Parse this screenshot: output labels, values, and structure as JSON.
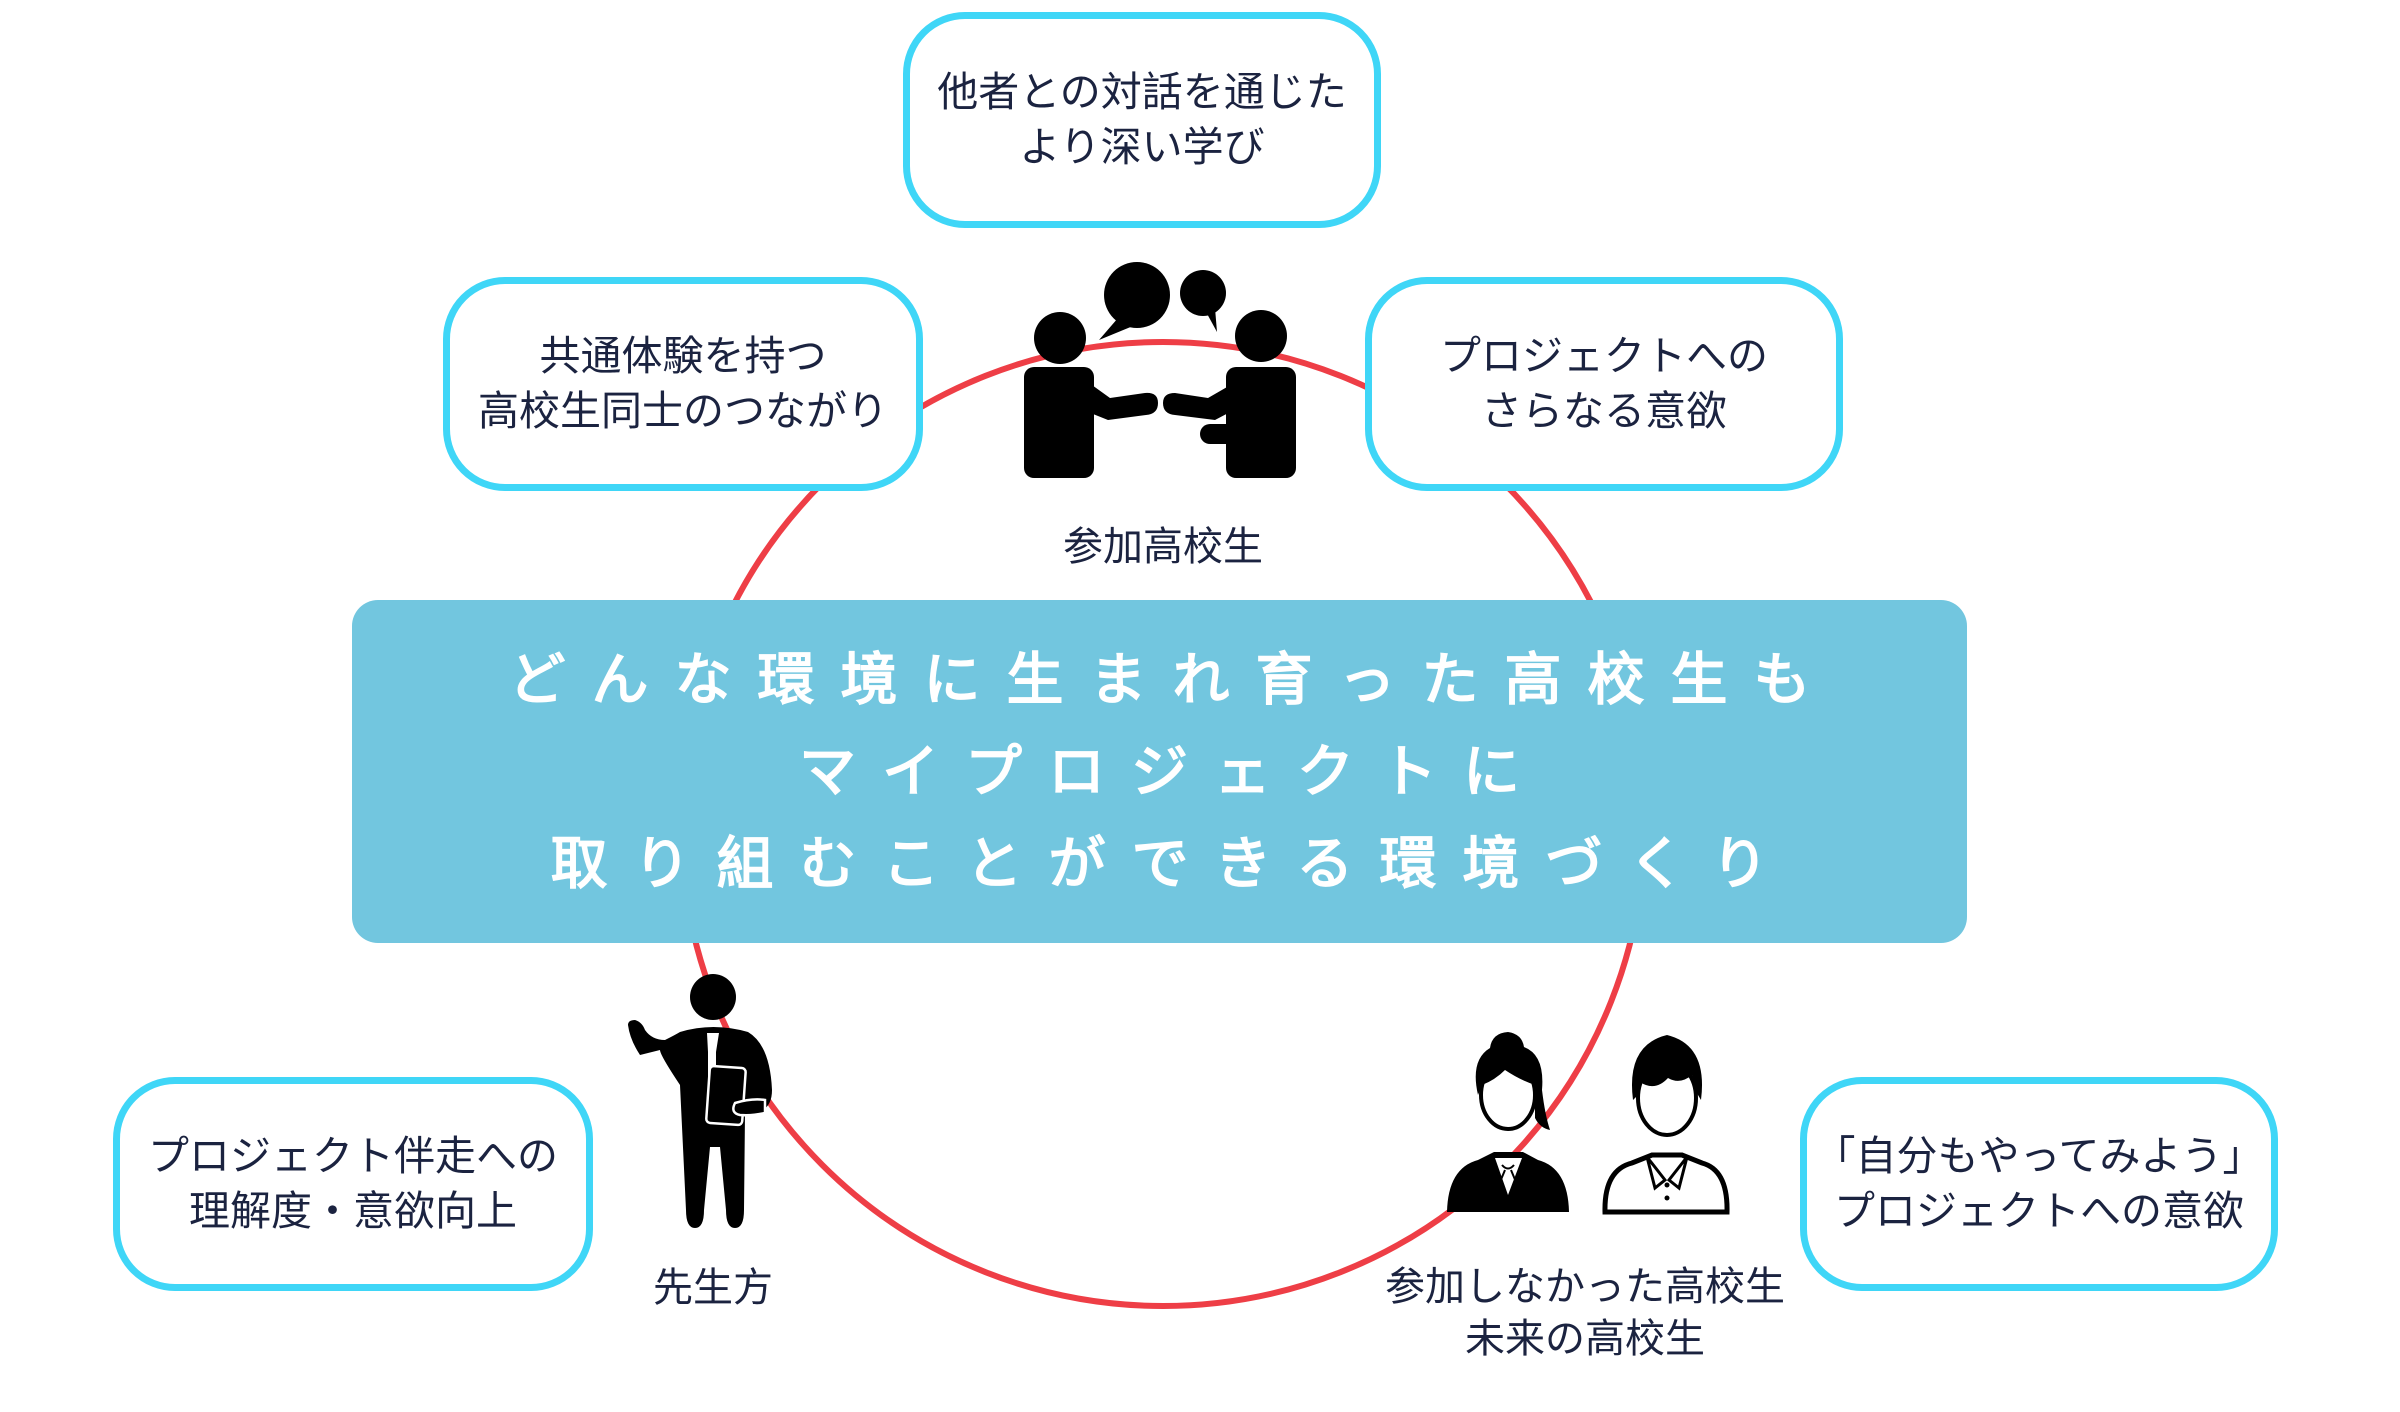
{
  "colors": {
    "box_border": "#3FD6F7",
    "circle": "#EE3E46",
    "banner_bg": "#72C6DF",
    "banner_text": "#FFFFFF",
    "text": "#1B2340",
    "icon": "#000000"
  },
  "banner": {
    "lines": [
      "どんな環境に生まれ育った高校生も",
      "マイプロジェクトに",
      "取り組むことができる環境づくり"
    ]
  },
  "boxes": {
    "top": {
      "lines": [
        "他者との対話を通じた",
        "より深い学び"
      ]
    },
    "top_left": {
      "lines": [
        "共通体験を持つ",
        "高校生同士のつながり"
      ]
    },
    "top_right": {
      "lines": [
        "プロジェクトへの",
        "さらなる意欲"
      ]
    },
    "bottom_left": {
      "lines": [
        "プロジェクト伴走への",
        "理解度・意欲向上"
      ]
    },
    "bottom_right": {
      "lines": [
        "「自分もやってみよう」",
        "プロジェクトへの意欲"
      ]
    }
  },
  "actors": {
    "participants": {
      "icon": "meeting-people-icon",
      "lines": [
        "参加高校生"
      ]
    },
    "teachers": {
      "icon": "teacher-icon",
      "lines": [
        "先生方"
      ]
    },
    "others": {
      "icon": "students-icon",
      "lines": [
        "参加しなかった高校生",
        "未来の高校生"
      ]
    }
  }
}
